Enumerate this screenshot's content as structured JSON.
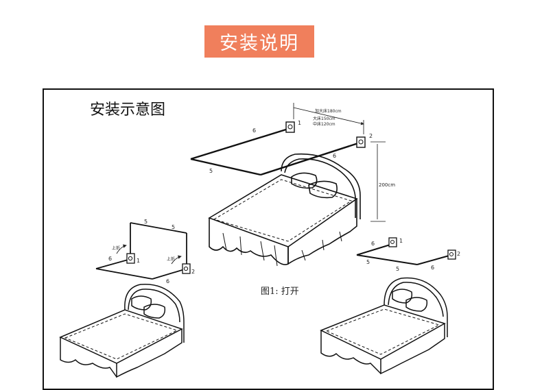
{
  "header": {
    "title": "安装说明"
  },
  "diagram": {
    "title": "安装示意图",
    "caption": "图1:  打开",
    "dim_width": {
      "line1": "加大床180cm",
      "line2": "大床150cm",
      "line3": "中床120cm"
    },
    "dim_height": "200cm",
    "parts": {
      "p1": "1",
      "p2": "2",
      "p5": "5",
      "p6": "6"
    },
    "notes": {
      "up_fold": "上折"
    }
  }
}
